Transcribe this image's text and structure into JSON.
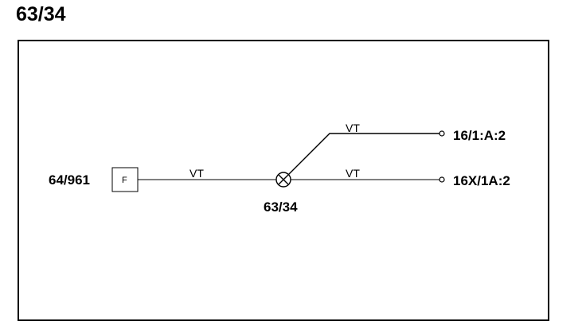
{
  "title": "63/34",
  "diagram": {
    "source_connector": {
      "label": "64/961",
      "fuse_symbol": "F"
    },
    "center_component": {
      "label": "63/34",
      "symbol": "lamp"
    },
    "wires": [
      {
        "label": "VT"
      },
      {
        "label": "VT"
      },
      {
        "label": "VT"
      }
    ],
    "terminals": [
      {
        "label": "16/1:A:2"
      },
      {
        "label": "16X/1A:2"
      }
    ]
  }
}
